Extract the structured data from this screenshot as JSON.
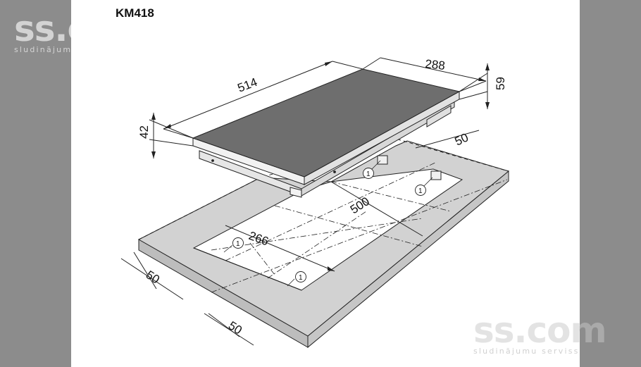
{
  "title": "KM418",
  "watermark": {
    "brand": "ss.com",
    "tagline": "sludinājumu serviss"
  },
  "dimensions": {
    "length": "514",
    "width": "288",
    "height_front": "42",
    "height_back": "59",
    "cutout_length": "500",
    "cutout_width": "266",
    "margin_right": "50",
    "margin_left": "50",
    "margin_front": "50"
  },
  "marker_label": "1",
  "colors": {
    "hob_surface": "#6e6e6e",
    "worktop": "#d2d2d2",
    "background": "#8c8c8c"
  }
}
